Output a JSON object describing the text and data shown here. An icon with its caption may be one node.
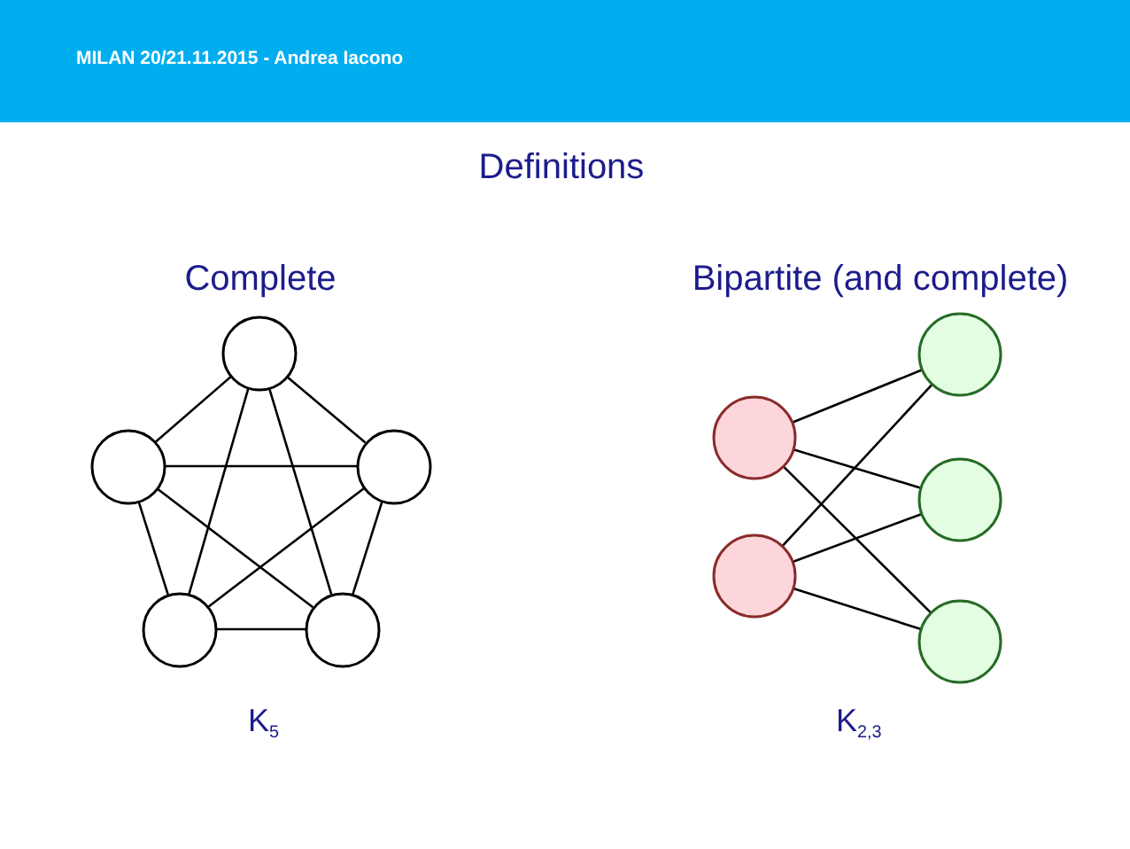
{
  "diagram": {
    "title": "Definitions",
    "nodes": [
      {
        "text": [],
        "shape": "circle"
      },
      {
        "text": [],
        "shape": "circle"
      },
      {
        "text": [],
        "shape": "circle"
      },
      {
        "text": [],
        "shape": "circle"
      },
      {
        "text": [],
        "shape": "circle"
      },
      {
        "text": [],
        "shape": "circle"
      },
      {
        "text": [],
        "shape": "circle"
      },
      {
        "text": [],
        "shape": "circle"
      },
      {
        "text": [],
        "shape": "circle"
      },
      {
        "text": [],
        "shape": "circle"
      }
    ],
    "edges": [
      {
        "from": 0,
        "to": 1,
        "arrow": "none"
      },
      {
        "from": 0,
        "to": 2,
        "arrow": "none"
      },
      {
        "from": 0,
        "to": 3,
        "arrow": "none"
      },
      {
        "from": 0,
        "to": 4,
        "arrow": "none"
      },
      {
        "from": 1,
        "to": 2,
        "arrow": "none"
      },
      {
        "from": 1,
        "to": 3,
        "arrow": "none"
      },
      {
        "from": 1,
        "to": 4,
        "arrow": "none"
      },
      {
        "from": 2,
        "to": 3,
        "arrow": "none"
      },
      {
        "from": 2,
        "to": 4,
        "arrow": "none"
      },
      {
        "from": 3,
        "to": 4,
        "arrow": "none"
      },
      {
        "from": 5,
        "to": 7,
        "arrow": "none"
      },
      {
        "from": 5,
        "to": 8,
        "arrow": "none"
      },
      {
        "from": 5,
        "to": 9,
        "arrow": "none"
      },
      {
        "from": 6,
        "to": 7,
        "arrow": "none"
      },
      {
        "from": 6,
        "to": 8,
        "arrow": "none"
      },
      {
        "from": 6,
        "to": 9,
        "arrow": "none"
      }
    ],
    "labels": [
      "MILAN 20/21.11.2015 - Andrea Iacono",
      "Complete",
      "Bipartite (and complete)",
      "K$_{5}$",
      "K$_{2,3}$"
    ]
  }
}
